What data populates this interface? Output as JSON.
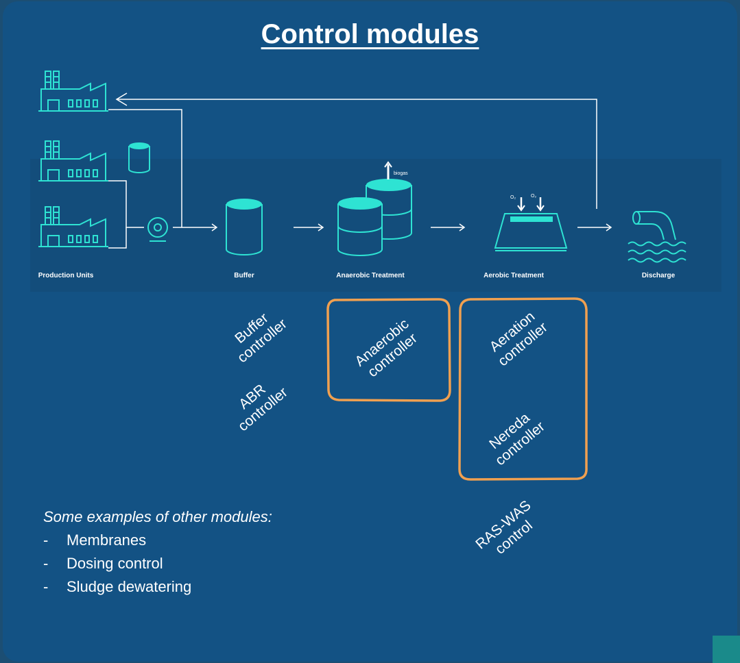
{
  "title": "Control modules",
  "stages": [
    {
      "label": "Production Units"
    },
    {
      "label": "Buffer"
    },
    {
      "label": "Anaerobic Treatment"
    },
    {
      "label": "Aerobic Treatment"
    },
    {
      "label": "Discharge"
    }
  ],
  "annotations": {
    "biogas": "biogas",
    "o2_left": "O₂",
    "o2_right": "O₂"
  },
  "controllers": {
    "buffer": {
      "line1": "Buffer",
      "line2": "controller"
    },
    "abr": {
      "line1": "ABR",
      "line2": "controller"
    },
    "anaerobic": {
      "line1": "Anaerobic",
      "line2": "controller"
    },
    "aeration": {
      "line1": "Aeration",
      "line2": "controller"
    },
    "nereda": {
      "line1": "Nereda",
      "line2": "controller"
    },
    "ras_was": {
      "line1": "RAS-WAS",
      "line2": "control"
    }
  },
  "examples": {
    "heading": "Some examples of other modules:",
    "items": [
      "Membranes",
      "Dosing control",
      "Sludge dewatering"
    ]
  },
  "colors": {
    "background": "#135284",
    "icon": "#2ee3d3",
    "highlight": "#f0a050",
    "text": "#ffffff"
  }
}
